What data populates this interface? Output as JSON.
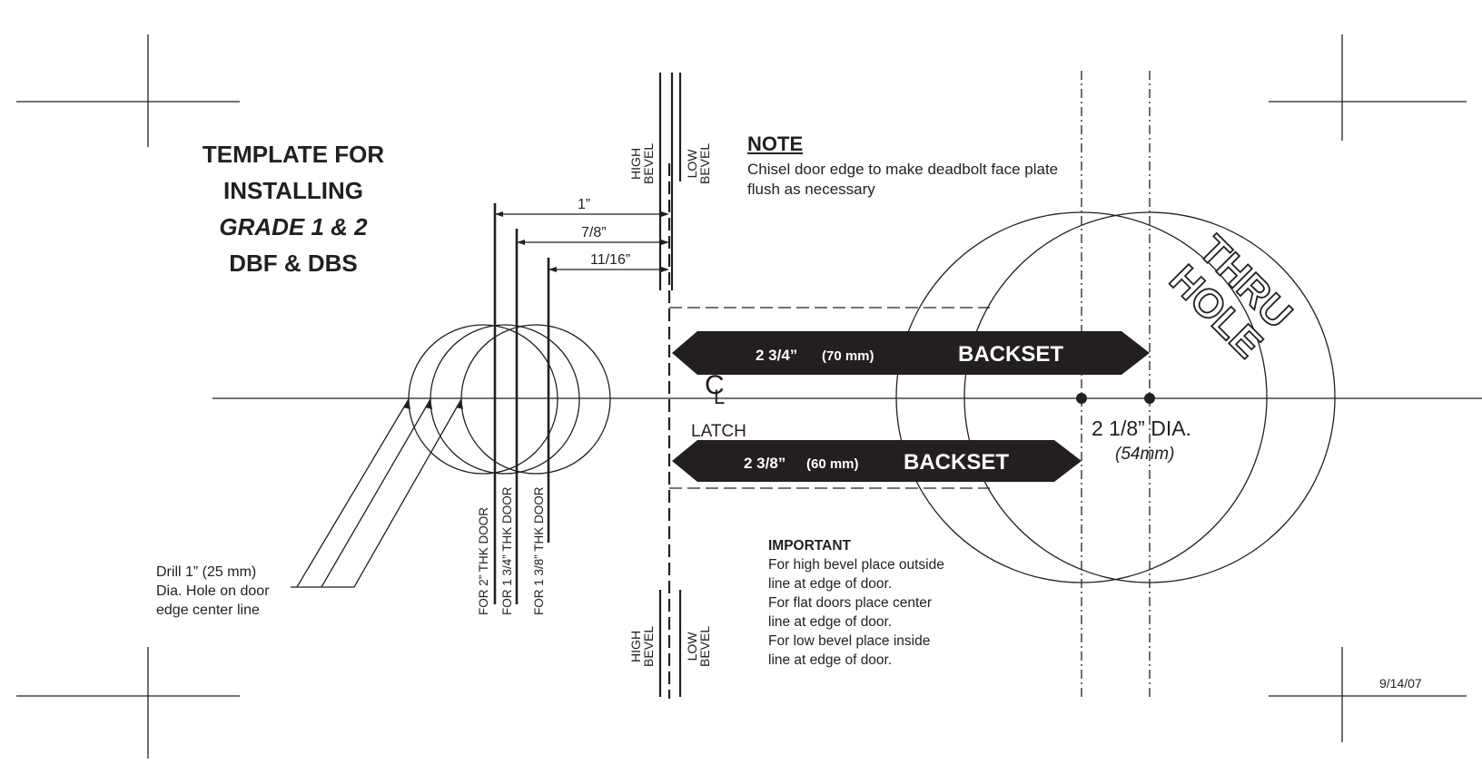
{
  "title": {
    "line1": "TEMPLATE FOR",
    "line2": "INSTALLING",
    "line3": "GRADE 1 & 2",
    "line4": "DBF & DBS"
  },
  "note": {
    "heading": "NOTE",
    "text": "Chisel door edge to make deadbolt face plate flush as necessary"
  },
  "dimensions": {
    "d1": "1”",
    "d2": "7/8”",
    "d3": "11/16”"
  },
  "bevel": {
    "high1": "HIGH",
    "high2": "BEVEL",
    "low1": "LOW",
    "low2": "BEVEL"
  },
  "backset": {
    "top_size": "2 3/4”",
    "top_mm": "(70 mm)",
    "top_label": "BACKSET",
    "bottom_size": "2 3/8”",
    "bottom_mm": "(60 mm)",
    "bottom_label": "BACKSET"
  },
  "centerline": {
    "symbol": "C",
    "sub": "L",
    "latch": "LATCH"
  },
  "hole": {
    "dia": "2 1/8” DIA.",
    "mm": "(54mm)",
    "thru1": "THRU",
    "thru2": "HOLE"
  },
  "door_labels": {
    "door2": "FOR 2” THK DOOR",
    "door134": "FOR 1 3/4” THK DOOR",
    "door138": "FOR 1 3/8” THK DOOR"
  },
  "drill": {
    "line1": "Drill 1” (25 mm)",
    "line2": "Dia. Hole on door",
    "line3": "edge center line"
  },
  "important": {
    "heading": "IMPORTANT",
    "l1": "For high bevel place outside",
    "l2": "line at edge of door.",
    "l3": "For flat doors place center",
    "l4": "line at edge of door.",
    "l5": "For low bevel place inside",
    "l6": "line at edge of door."
  },
  "date": "9/14/07",
  "colors": {
    "ink": "#231f20",
    "banner": "#231f20",
    "banner_text": "#ffffff"
  }
}
